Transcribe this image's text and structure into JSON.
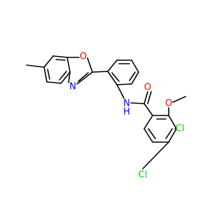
{
  "molecule": {
    "atoms": {
      "o_ring": "O",
      "n_ring": "N",
      "n_amide": "N",
      "h_amide": "H",
      "o_carbonyl": "O",
      "o_methoxy": "O",
      "cl_upper": "Cl",
      "cl_lower": "Cl"
    },
    "colors": {
      "bond": "#000000",
      "oxygen": "#ff0000",
      "nitrogen": "#0000ff",
      "chlorine": "#00cc00"
    }
  }
}
